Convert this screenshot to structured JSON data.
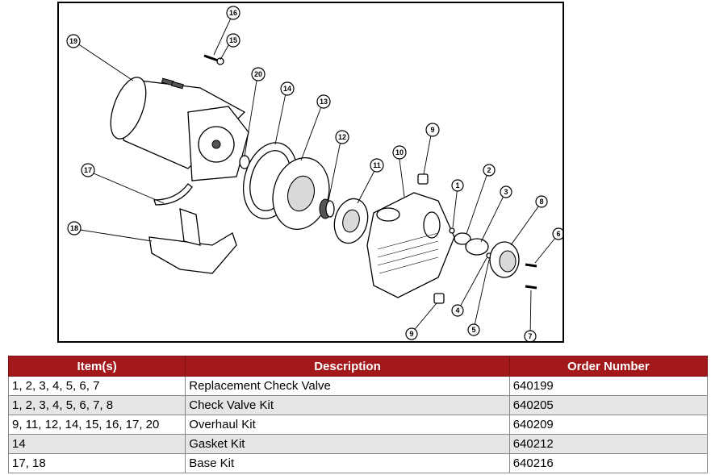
{
  "callouts": [
    {
      "label": "16"
    },
    {
      "label": "15"
    },
    {
      "label": "19"
    },
    {
      "label": "20"
    },
    {
      "label": "14"
    },
    {
      "label": "13"
    },
    {
      "label": "12"
    },
    {
      "label": "9"
    },
    {
      "label": "10"
    },
    {
      "label": "11"
    },
    {
      "label": "17"
    },
    {
      "label": "18"
    },
    {
      "label": "1"
    },
    {
      "label": "2"
    },
    {
      "label": "3"
    },
    {
      "label": "8"
    },
    {
      "label": "6"
    },
    {
      "label": "4"
    },
    {
      "label": "5"
    },
    {
      "label": "9"
    },
    {
      "label": "7"
    }
  ],
  "table": {
    "headers": [
      "Item(s)",
      "Description",
      "Order Number"
    ],
    "rows": [
      [
        "1, 2, 3, 4, 5, 6, 7",
        "Replacement Check Valve",
        "640199"
      ],
      [
        "1, 2, 3, 4, 5, 6, 7, 8",
        "Check Valve Kit",
        "640205"
      ],
      [
        "9, 11, 12, 14, 15, 16, 17, 20",
        "Overhaul Kit",
        "640209"
      ],
      [
        "14",
        "Gasket Kit",
        "640212"
      ],
      [
        "17, 18",
        "Base Kit",
        "640216"
      ]
    ]
  }
}
